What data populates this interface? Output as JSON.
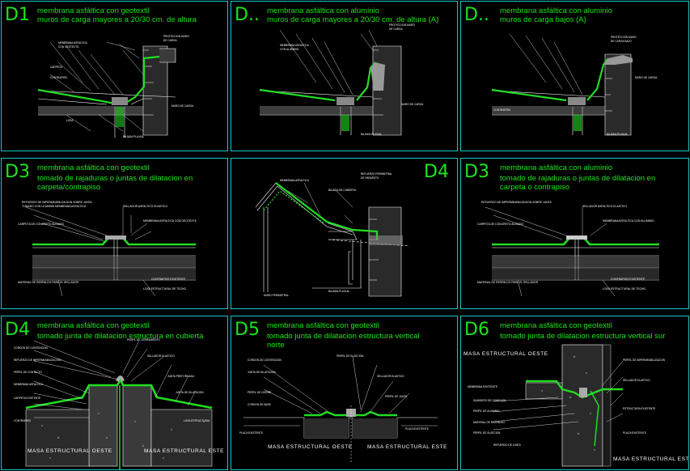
{
  "colors": {
    "frame": "#19c6c6",
    "title": "#19e619",
    "membrane": "#22dd22",
    "line": "#ffffff"
  },
  "panels": [
    {
      "code": "D1",
      "title": "membrana asfáltica con geotextil",
      "subtitle": "muros de carga mayores a 20/30 cm. de altura",
      "subtitle2": ""
    },
    {
      "code": "D..",
      "title": "membrana asfáltica con aluminio",
      "subtitle": "muros de carga mayores a 20/30 cm. de altura (A)",
      "subtitle2": ""
    },
    {
      "code": "D..",
      "title": "membrana asfáltica con aluminio",
      "subtitle": "muros de carga bajos (A)",
      "subtitle2": ""
    },
    {
      "code": "D3",
      "title": "membrana asfáltica con geotextil",
      "subtitle": "tomado de rajaduras o juntas de dilatacion en",
      "subtitle2": "carpeta/contrapiso"
    },
    {
      "code": "D4",
      "title": "",
      "subtitle": "",
      "subtitle2": ""
    },
    {
      "code": "D3",
      "title": "membrana asfáltica con aluminio",
      "subtitle": "tomado de rajaduras o juntas de dilatacion en",
      "subtitle2": "carpeta o contrapiso"
    },
    {
      "code": "D4",
      "title": "membrana asfáltica con geotextil",
      "subtitle": "tomado junta de dilatacion estructura en cubierta",
      "subtitle2": ""
    },
    {
      "code": "D5",
      "title": "membrana asfáltica con geotextil",
      "subtitle": "tomado junta de dilatacion estructura vertical",
      "subtitle2": "norte"
    },
    {
      "code": "D6",
      "title": "membrana asfáltica con geotextil",
      "subtitle": "tomado junta de dilatacion estructura vertical sur",
      "subtitle2": ""
    }
  ],
  "labels": {
    "masa_oeste": "MASA ESTRUCTURAL OESTE",
    "masa_este": "MASA ESTRUCTURAL ESTE"
  }
}
